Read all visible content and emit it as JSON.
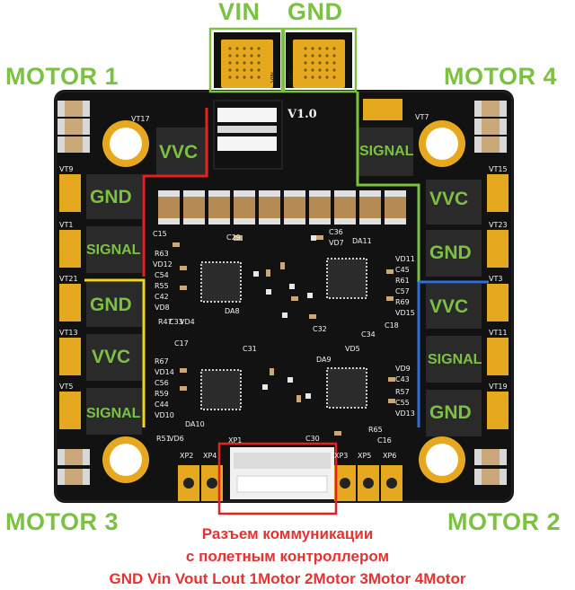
{
  "power_labels": {
    "vin": "VIN",
    "gnd": "GND"
  },
  "motor_labels": {
    "m1": "MOTOR 1",
    "m2": "MOTOR 2",
    "m3": "MOTOR 3",
    "m4": "MOTOR 4"
  },
  "pad_labels": {
    "left": [
      "VVC",
      "GND",
      "SIGNAL",
      "GND",
      "VVC",
      "SIGNAL"
    ],
    "right": [
      "SIGNAL",
      "VVC",
      "GND",
      "VVC",
      "SIGNAL",
      "GND"
    ]
  },
  "board_silk": {
    "version": "V1.0",
    "vin_pad": "VIN",
    "gnd_pad": "GND",
    "connectors": [
      "XP1",
      "XP2",
      "XP3",
      "XP4",
      "XP5",
      "XP6"
    ],
    "chips": [
      "DA8",
      "DA9",
      "DA10",
      "DA11"
    ],
    "transistors": [
      "VT17",
      "VT7",
      "VT9",
      "VT15",
      "VT1",
      "VT23",
      "VT21",
      "VT3",
      "VT13",
      "VT11",
      "VT5",
      "VT19"
    ],
    "parts": [
      "C15",
      "C29",
      "R63",
      "VD12",
      "C54",
      "R55",
      "C42",
      "VD8",
      "R47",
      "C33",
      "VD4",
      "C17",
      "C31",
      "R67",
      "VD14",
      "C56",
      "R59",
      "C44",
      "VD10",
      "R51",
      "VD6",
      "C36",
      "VD7",
      "VD11",
      "C45",
      "R61",
      "C57",
      "R69",
      "VD15",
      "C18",
      "C32",
      "C34",
      "VD5",
      "VD9",
      "C43",
      "R57",
      "C55",
      "VD13",
      "R65",
      "C16",
      "C30"
    ]
  },
  "caption": {
    "line1": "Разъем коммуникации",
    "line2": "с полетным контроллером",
    "line3": "GND Vin Vout Lout 1Motor 2Motor 3Motor 4Motor"
  },
  "colors": {
    "board": "#121212",
    "label_green": "#7bc142",
    "caption_red": "#e53232",
    "gold": "#e6a81e",
    "wire_red": "#e52020",
    "wire_yellow": "#f2d51e",
    "wire_blue": "#2f6fd6",
    "wire_green": "#7bc142"
  }
}
